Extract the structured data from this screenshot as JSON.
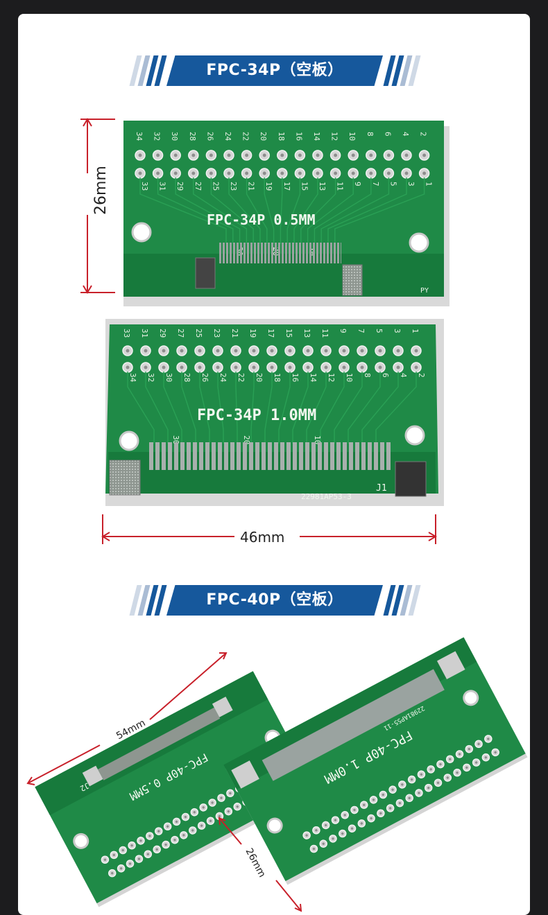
{
  "sections": [
    {
      "title": "FPC-34P（空板）"
    },
    {
      "title": "FPC-40P（空板）"
    }
  ],
  "board_34_05": {
    "label": "FPC-34P 0.5MM",
    "pins_top_even": [
      "34",
      "32",
      "30",
      "28",
      "26",
      "24",
      "22",
      "20",
      "18",
      "16",
      "14",
      "12",
      "10",
      "8",
      "6",
      "4",
      "2"
    ],
    "pins_top_odd": [
      "33",
      "31",
      "29",
      "27",
      "25",
      "23",
      "21",
      "19",
      "17",
      "15",
      "13",
      "11",
      "9",
      "7",
      "5",
      "3",
      "1"
    ],
    "fpc_marks": [
      "30",
      "20",
      "10"
    ],
    "corner": "PY"
  },
  "board_34_10": {
    "label": "FPC-34P 1.0MM",
    "pins_odd": [
      "33",
      "31",
      "29",
      "27",
      "25",
      "23",
      "21",
      "19",
      "17",
      "15",
      "13",
      "11",
      "9",
      "7",
      "5",
      "3",
      "1"
    ],
    "pins_even": [
      "34",
      "32",
      "30",
      "28",
      "26",
      "24",
      "22",
      "20",
      "18",
      "16",
      "14",
      "12",
      "10",
      "8",
      "6",
      "4",
      "2"
    ],
    "fpc_marks": [
      "30",
      "20",
      "10"
    ],
    "code": "22981AP53-3",
    "ref": "J1"
  },
  "dimensions": {
    "height_34": "26mm",
    "width_34": "46mm",
    "width_40": "54mm",
    "height_40": "26mm"
  },
  "board_40_05": {
    "label": "FPC-40P 0.5MM",
    "ref": "J2"
  },
  "board_40_10": {
    "label": "FPC-40P 1.0MM",
    "code": "22981AP55-11"
  },
  "colors": {
    "banner": "#16589c",
    "pcb": "#1f8a47",
    "pcb_dark": "#147238",
    "dimension_line": "#c8202a",
    "pad": "#c9c9c9"
  }
}
